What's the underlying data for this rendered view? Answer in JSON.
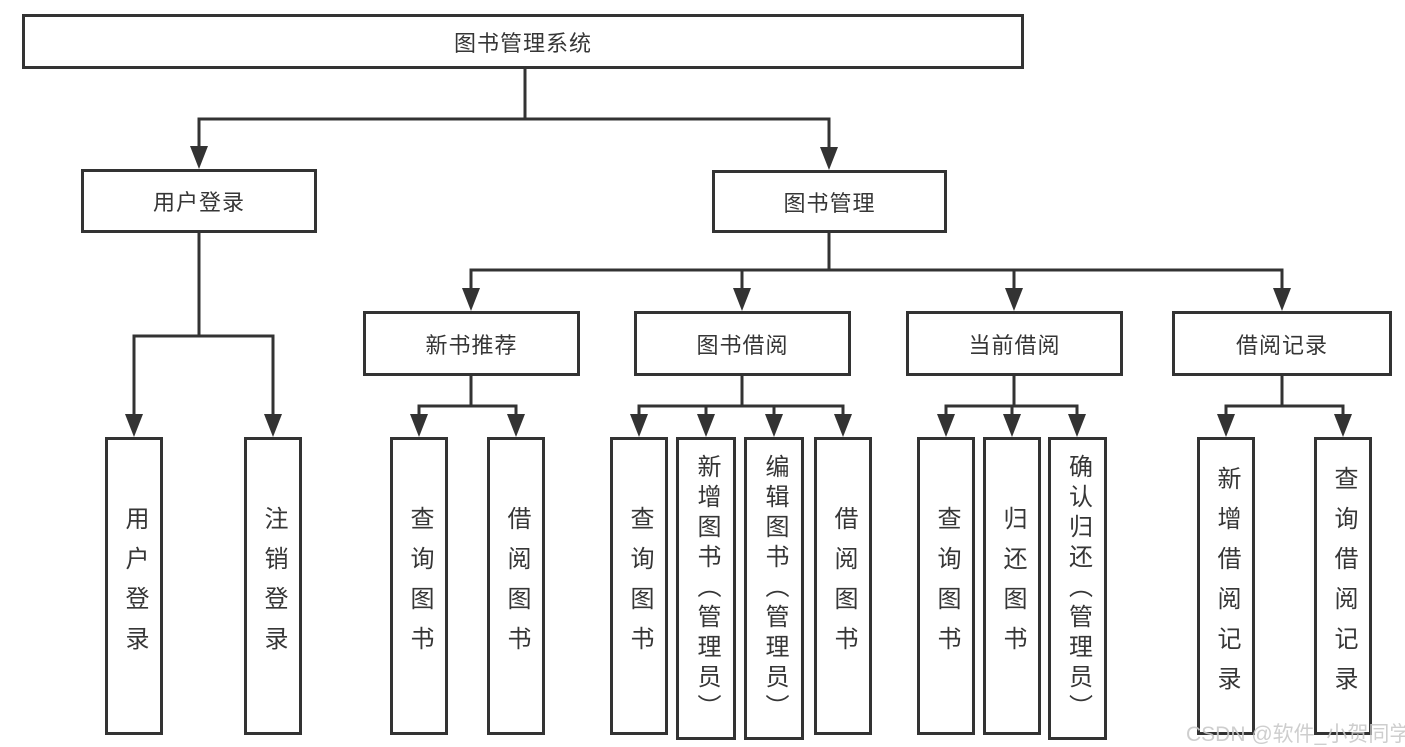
{
  "colors": {
    "line": "#333333",
    "box_border": "#333333",
    "text": "#363636",
    "watermark": "#c9c9c9",
    "background": "#ffffff"
  },
  "watermark": "CSDN @软件_小贺同学",
  "tree": {
    "root": "图书管理系统",
    "branches": [
      {
        "label": "用户登录",
        "children": [
          "用户登录",
          "注销登录"
        ]
      },
      {
        "label": "图书管理",
        "groups": [
          {
            "label": "新书推荐",
            "children": [
              "查询图书",
              "借阅图书"
            ]
          },
          {
            "label": "图书借阅",
            "children": [
              "查询图书",
              "新增图书（管理员）",
              "编辑图书（管理员）",
              "借阅图书"
            ]
          },
          {
            "label": "当前借阅",
            "children": [
              "查询图书",
              "归还图书",
              "确认归还（管理员）"
            ]
          },
          {
            "label": "借阅记录",
            "children": [
              "新增借阅记录",
              "查询借阅记录"
            ]
          }
        ]
      }
    ]
  }
}
